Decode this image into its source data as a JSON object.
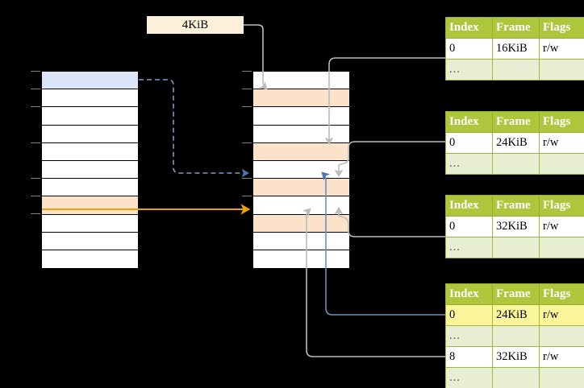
{
  "diagram": {
    "title_label": "4KiB",
    "page_dir": {
      "name": "page-directory-column",
      "row_count": 11,
      "highlight_blue_row": 1,
      "highlight_peach_row": 8
    },
    "page_table_col": {
      "name": "page-table-column",
      "row_count": 11,
      "highlight_peach_rows": [
        2,
        5,
        7,
        9
      ]
    },
    "colors": {
      "header_green": "#aec63b",
      "ellipsis_green": "#e7eed3",
      "highlight_yellow": "#fbf59b",
      "highlight_peach": "#fde2ca",
      "highlight_blue": "#dbe5f7",
      "label_cream": "#fcf1d8",
      "orange_arrow": "#e8a202",
      "blue_arrow": "#6b8fc4",
      "gray_wire": "#b3b3b3"
    },
    "tables": [
      {
        "name": "frame-table-1",
        "headers": [
          "Index",
          "Frame",
          "Flags"
        ],
        "rows": [
          {
            "cells": [
              "0",
              "16KiB",
              "r/w"
            ],
            "style": "normal"
          },
          {
            "cells": [
              "...",
              "",
              ""
            ],
            "style": "ellipsis"
          }
        ]
      },
      {
        "name": "frame-table-2",
        "headers": [
          "Index",
          "Frame",
          "Flags"
        ],
        "rows": [
          {
            "cells": [
              "0",
              "24KiB",
              "r/w"
            ],
            "style": "normal"
          },
          {
            "cells": [
              "...",
              "",
              ""
            ],
            "style": "ellipsis"
          }
        ]
      },
      {
        "name": "frame-table-3",
        "headers": [
          "Index",
          "Frame",
          "Flags"
        ],
        "rows": [
          {
            "cells": [
              "0",
              "32KiB",
              "r/w"
            ],
            "style": "normal"
          },
          {
            "cells": [
              "...",
              "",
              ""
            ],
            "style": "ellipsis"
          }
        ]
      },
      {
        "name": "frame-table-4",
        "headers": [
          "Index",
          "Frame",
          "Flags"
        ],
        "rows": [
          {
            "cells": [
              "0",
              "24KiB",
              "r/w"
            ],
            "style": "highlight"
          },
          {
            "cells": [
              "...",
              "",
              ""
            ],
            "style": "ellipsis"
          },
          {
            "cells": [
              "8",
              "32KiB",
              "r/w"
            ],
            "style": "normal"
          },
          {
            "cells": [
              "...",
              "",
              ""
            ],
            "style": "ellipsis"
          }
        ]
      }
    ]
  }
}
